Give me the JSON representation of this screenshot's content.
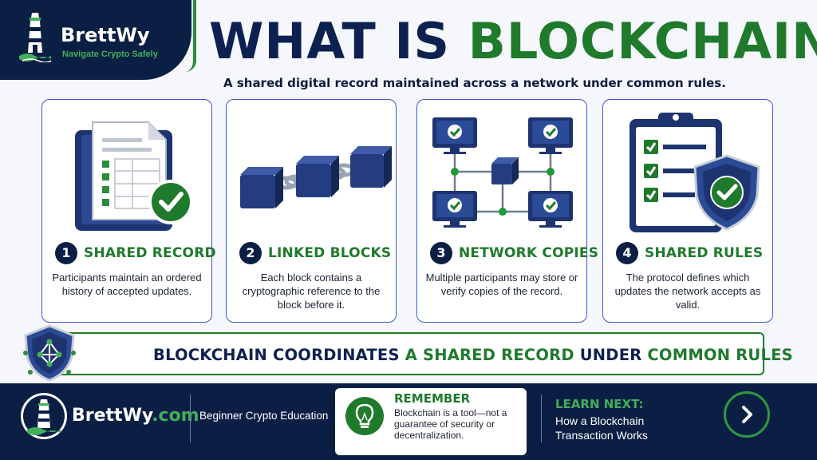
{
  "brand": {
    "name": "BrettWy",
    "tagline": "Navigate Crypto Safely"
  },
  "header": {
    "title_part1": "WHAT IS ",
    "title_part2": "BLOCKCHAIN?",
    "subtitle": "A shared digital record maintained across a network under common rules."
  },
  "cards": [
    {
      "number": "1",
      "title": "SHARED RECORD",
      "description": "Participants maintain an ordered history of accepted updates.",
      "icon": "document-check-icon"
    },
    {
      "number": "2",
      "title": "LINKED BLOCKS",
      "description": "Each block contains a cryptographic reference to the block before it.",
      "icon": "chained-blocks-icon"
    },
    {
      "number": "3",
      "title": "NETWORK COPIES",
      "description": "Multiple participants may store or verify copies of the record.",
      "icon": "network-computers-icon"
    },
    {
      "number": "4",
      "title": "SHARED RULES",
      "description": "The protocol defines which updates the network accepts as valid.",
      "icon": "clipboard-shield-icon"
    }
  ],
  "banner": {
    "part1": "BLOCKCHAIN COORDINATES ",
    "part2": "A SHARED RECORD ",
    "part3": "UNDER ",
    "part4": "COMMON RULES",
    "icon": "network-shield-icon"
  },
  "footer": {
    "site_name": "BrettWy",
    "site_tld": ".com",
    "education": "Beginner Crypto Education",
    "remember_title": "REMEMBER",
    "remember_text": "Blockchain is a tool—not a guarantee of security or decentralization.",
    "learn_next_title": "LEARN NEXT:",
    "learn_next_text": "How a Blockchain Transaction Works",
    "next_icon": "chevron-right-icon"
  },
  "colors": {
    "navy": "#0b1f44",
    "green": "#1f7a2c",
    "bright_green": "#41b05b",
    "card_border": "#3a58c9"
  }
}
